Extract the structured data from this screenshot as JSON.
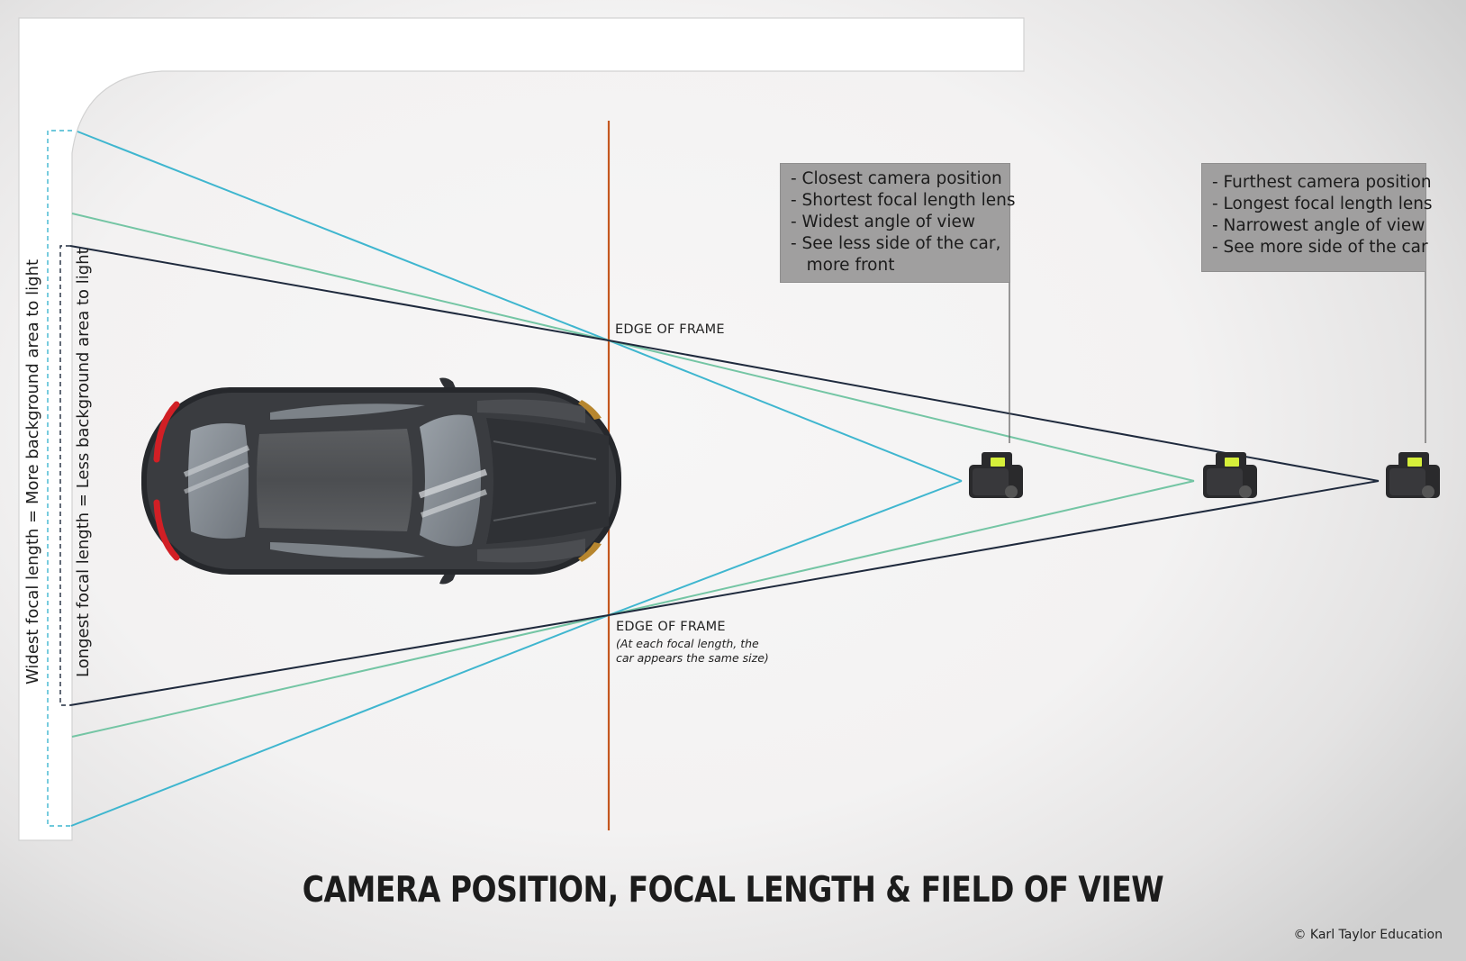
{
  "title": "CAMERA POSITION, FOCAL LENGTH & FIELD OF VIEW",
  "copyright": "© Karl Taylor Education",
  "labels": {
    "edge_top": "EDGE OF FRAME",
    "edge_bottom": "EDGE OF FRAME",
    "edge_note_line1": "(At each focal length, the",
    "edge_note_line2": "car appears the same size)",
    "widest_focal": "Widest focal length = More background area to light",
    "longest_focal": "Longest focal length = Less background area to light"
  },
  "boxes": {
    "closest": {
      "lines": [
        "- Closest camera position",
        "- Shortest focal length lens",
        "- Widest angle of view",
        "- See less side of the car,",
        "   more front"
      ]
    },
    "furthest": {
      "lines": [
        "- Furthest camera position",
        "- Longest focal length lens",
        "- Narrowest angle of view",
        "- See more side of the car"
      ]
    }
  },
  "colors": {
    "wide_lens": "#3fb6cf",
    "mid_lens": "#74c5a4",
    "long_lens": "#1f2a3d",
    "frame_line": "#c4571f",
    "car_body": "#3a3c40",
    "tail_light": "#d11f25"
  }
}
